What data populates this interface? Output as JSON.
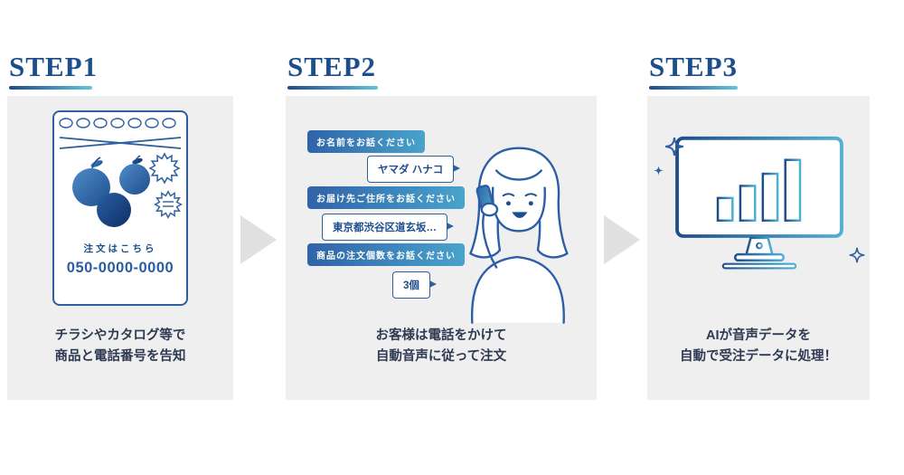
{
  "colors": {
    "accent_navy": "#1d4e8c",
    "accent_blue": "#2e5f9f",
    "accent_teal": "#64c3da",
    "panel_bg": "#efefef",
    "arrow_gray": "#e0e0e0",
    "caption_text": "#2e3a52"
  },
  "steps": [
    {
      "title": "STEP1",
      "caption": [
        "チラシやカタログ等で",
        "商品と電話番号を告知"
      ],
      "flyer": {
        "order_label": "注文はこちら",
        "phone": "050-0000-0000",
        "illustration": "flyer-with-apples-and-bursts"
      }
    },
    {
      "title": "STEP2",
      "caption": [
        "お客様は電話をかけて",
        "自動音声に従って注文"
      ],
      "chat": [
        {
          "role": "system",
          "text": "お名前をお話ください"
        },
        {
          "role": "customer",
          "text": "ヤマダ ハナコ"
        },
        {
          "role": "system",
          "text": "お届け先ご住所をお話ください"
        },
        {
          "role": "customer",
          "text": "東京都渋谷区道玄坂…"
        },
        {
          "role": "system",
          "text": "商品の注文個数をお話ください"
        },
        {
          "role": "customer",
          "text": "3個"
        }
      ],
      "illustration": "woman-talking-on-phone"
    },
    {
      "title": "STEP3",
      "caption": [
        "AIが音声データを",
        "自動で受注データに処理！"
      ],
      "illustration": "monitor-with-bar-chart",
      "decorations": [
        "sparkle-icon",
        "sparkle-icon",
        "sparkle-icon"
      ]
    }
  ]
}
